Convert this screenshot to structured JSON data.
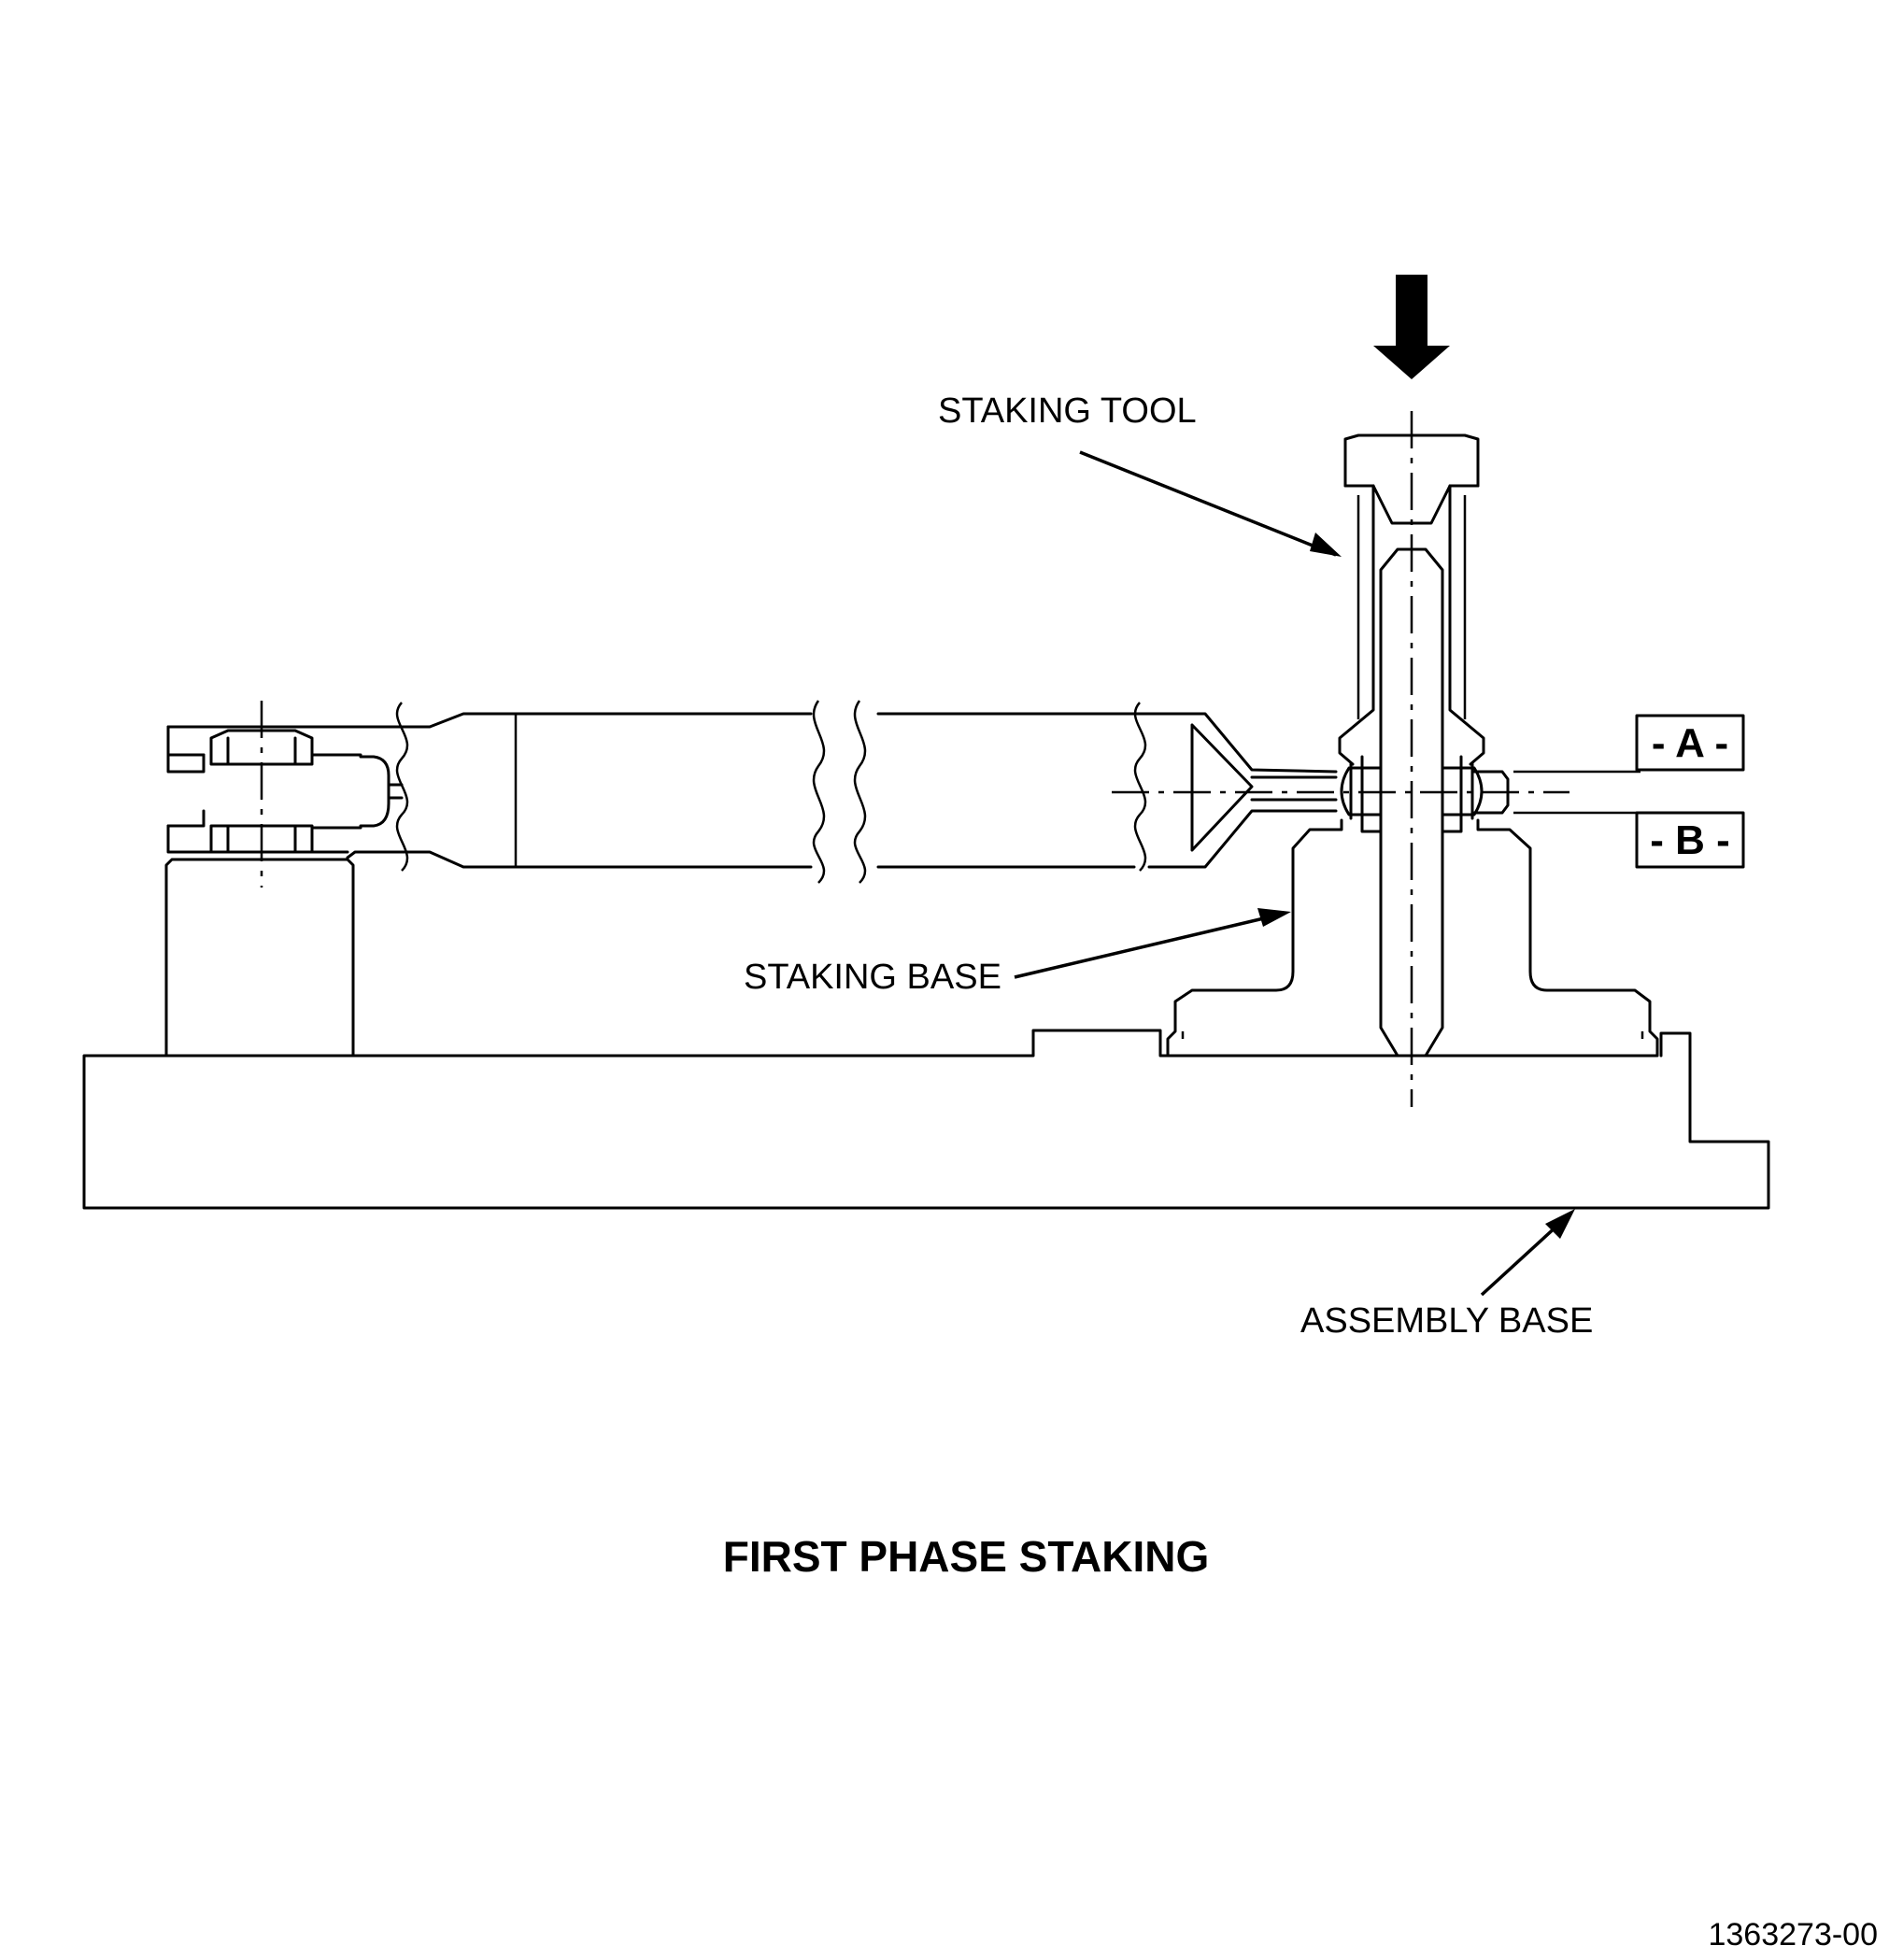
{
  "labels": {
    "staking_tool": "STAKING TOOL",
    "staking_base": "STAKING BASE",
    "assembly_base": "ASSEMBLY BASE"
  },
  "datums": {
    "a": "- A -",
    "b": "- B -"
  },
  "title": "FIRST PHASE STAKING",
  "figure_number": "1363273-00"
}
